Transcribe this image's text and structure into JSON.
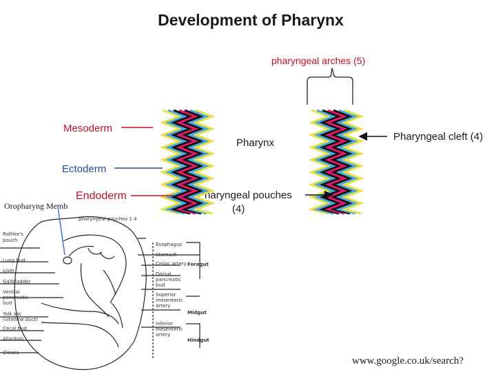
{
  "title": "Development of Pharynx",
  "labels": {
    "arches": "pharyngeal arches (5)",
    "mesoderm": "Mesoderm",
    "pharynx": "Pharynx",
    "cleft": "Pharyngeal cleft (4)",
    "ectoderm": "Ectoderm",
    "endoderm": "Endoderm",
    "oropharyng": "Oropharyng Memb",
    "pouches_line1": "Pharyngeal pouches",
    "pouches_line2": "(4)",
    "source": "www.google.co.uk/search?"
  },
  "embryo": {
    "top_label": "pharyngeal pouches 1 4",
    "left_labels": [
      "Rathke's",
      "pouch",
      "Lung bud",
      "Liver",
      "Gallbladder",
      "Ventral",
      "pancreatic",
      "bud",
      "Yolk sac",
      "(vitelline duct)",
      "Cecal bud",
      "Allantois",
      "Cloaca"
    ],
    "right_labels": [
      "Esophagus",
      "Stomach",
      "Celiac artery",
      "Dorsal",
      "pancreatic",
      "bud",
      "Superior",
      "mesenteric",
      "artery",
      "Inferior",
      "mesenteric",
      "artery"
    ],
    "regions": [
      "Foregut",
      "Midgut",
      "Hindgut"
    ]
  },
  "colors": {
    "red_label": "#c0102a",
    "blue_label": "#1f4e96",
    "stripe_black": "#111111",
    "stripe_pink": "#e6196e",
    "stripe_blue": "#4aa8dc",
    "stripe_yellow": "#e8e04a"
  }
}
